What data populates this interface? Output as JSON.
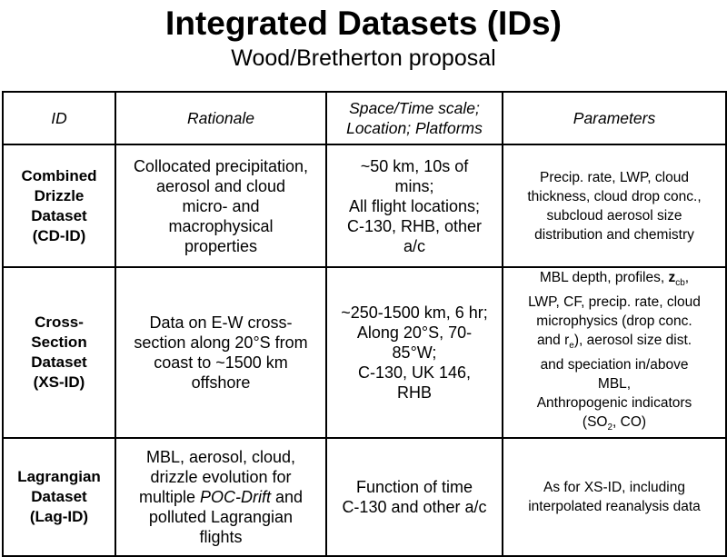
{
  "title": "Integrated Datasets (IDs)",
  "subtitle": "Wood/Bretherton proposal",
  "headers": {
    "id": "ID",
    "rationale": "Rationale",
    "scale": [
      "Space/Time scale;",
      "Location; Platforms"
    ],
    "parameters": "Parameters"
  },
  "rows": [
    {
      "id": [
        "Combined",
        "Drizzle",
        "Dataset",
        "(CD-ID)"
      ],
      "rationale": [
        "Collocated precipitation,",
        "aerosol and cloud",
        "micro- and",
        "macrophysical",
        "properties"
      ],
      "scale": [
        "~50 km, 10s of",
        "mins;",
        "All flight locations;",
        "C-130, RHB, other",
        "a/c"
      ],
      "parameters": [
        "Precip. rate, LWP, cloud",
        "thickness, cloud drop conc.,",
        "subcloud aerosol size",
        "distribution and chemistry"
      ]
    },
    {
      "id": [
        "Cross-",
        "Section",
        "Dataset",
        "(XS-ID)"
      ],
      "rationale": [
        "Data on E-W cross-",
        "section along 20°S from",
        "coast to ~1500 km",
        "offshore"
      ],
      "scale": [
        "~250-1500 km, 6 hr;",
        "Along 20°S, 70-",
        "85°W;",
        "C-130, UK 146,",
        "RHB"
      ],
      "parameters": {
        "l1a": "MBL depth, profiles, ",
        "l1z": "z",
        "l1sub": "cb",
        "l1b": ",",
        "l2": "LWP, CF, precip. rate, cloud",
        "l3": "microphysics (drop conc.",
        "l4a": "and r",
        "l4sub": "e",
        "l4b": "), aerosol size dist.",
        "l5": "and speciation in/above",
        "l6": "MBL,",
        "l7": "Anthropogenic indicators",
        "l8a": "(SO",
        "l8sub": "2",
        "l8b": ", CO)"
      }
    },
    {
      "id": [
        "Lagrangian",
        "Dataset",
        "(Lag-ID)"
      ],
      "rationale": [
        "MBL, aerosol, cloud,",
        "drizzle evolution for",
        "multiple ",
        "POC-Drift",
        " and",
        "polluted Lagrangian",
        "flights"
      ],
      "scale": [
        "Function of time",
        "C-130 and other a/c"
      ],
      "parameters": [
        "As for XS-ID, including",
        "interpolated reanalysis data"
      ]
    }
  ]
}
